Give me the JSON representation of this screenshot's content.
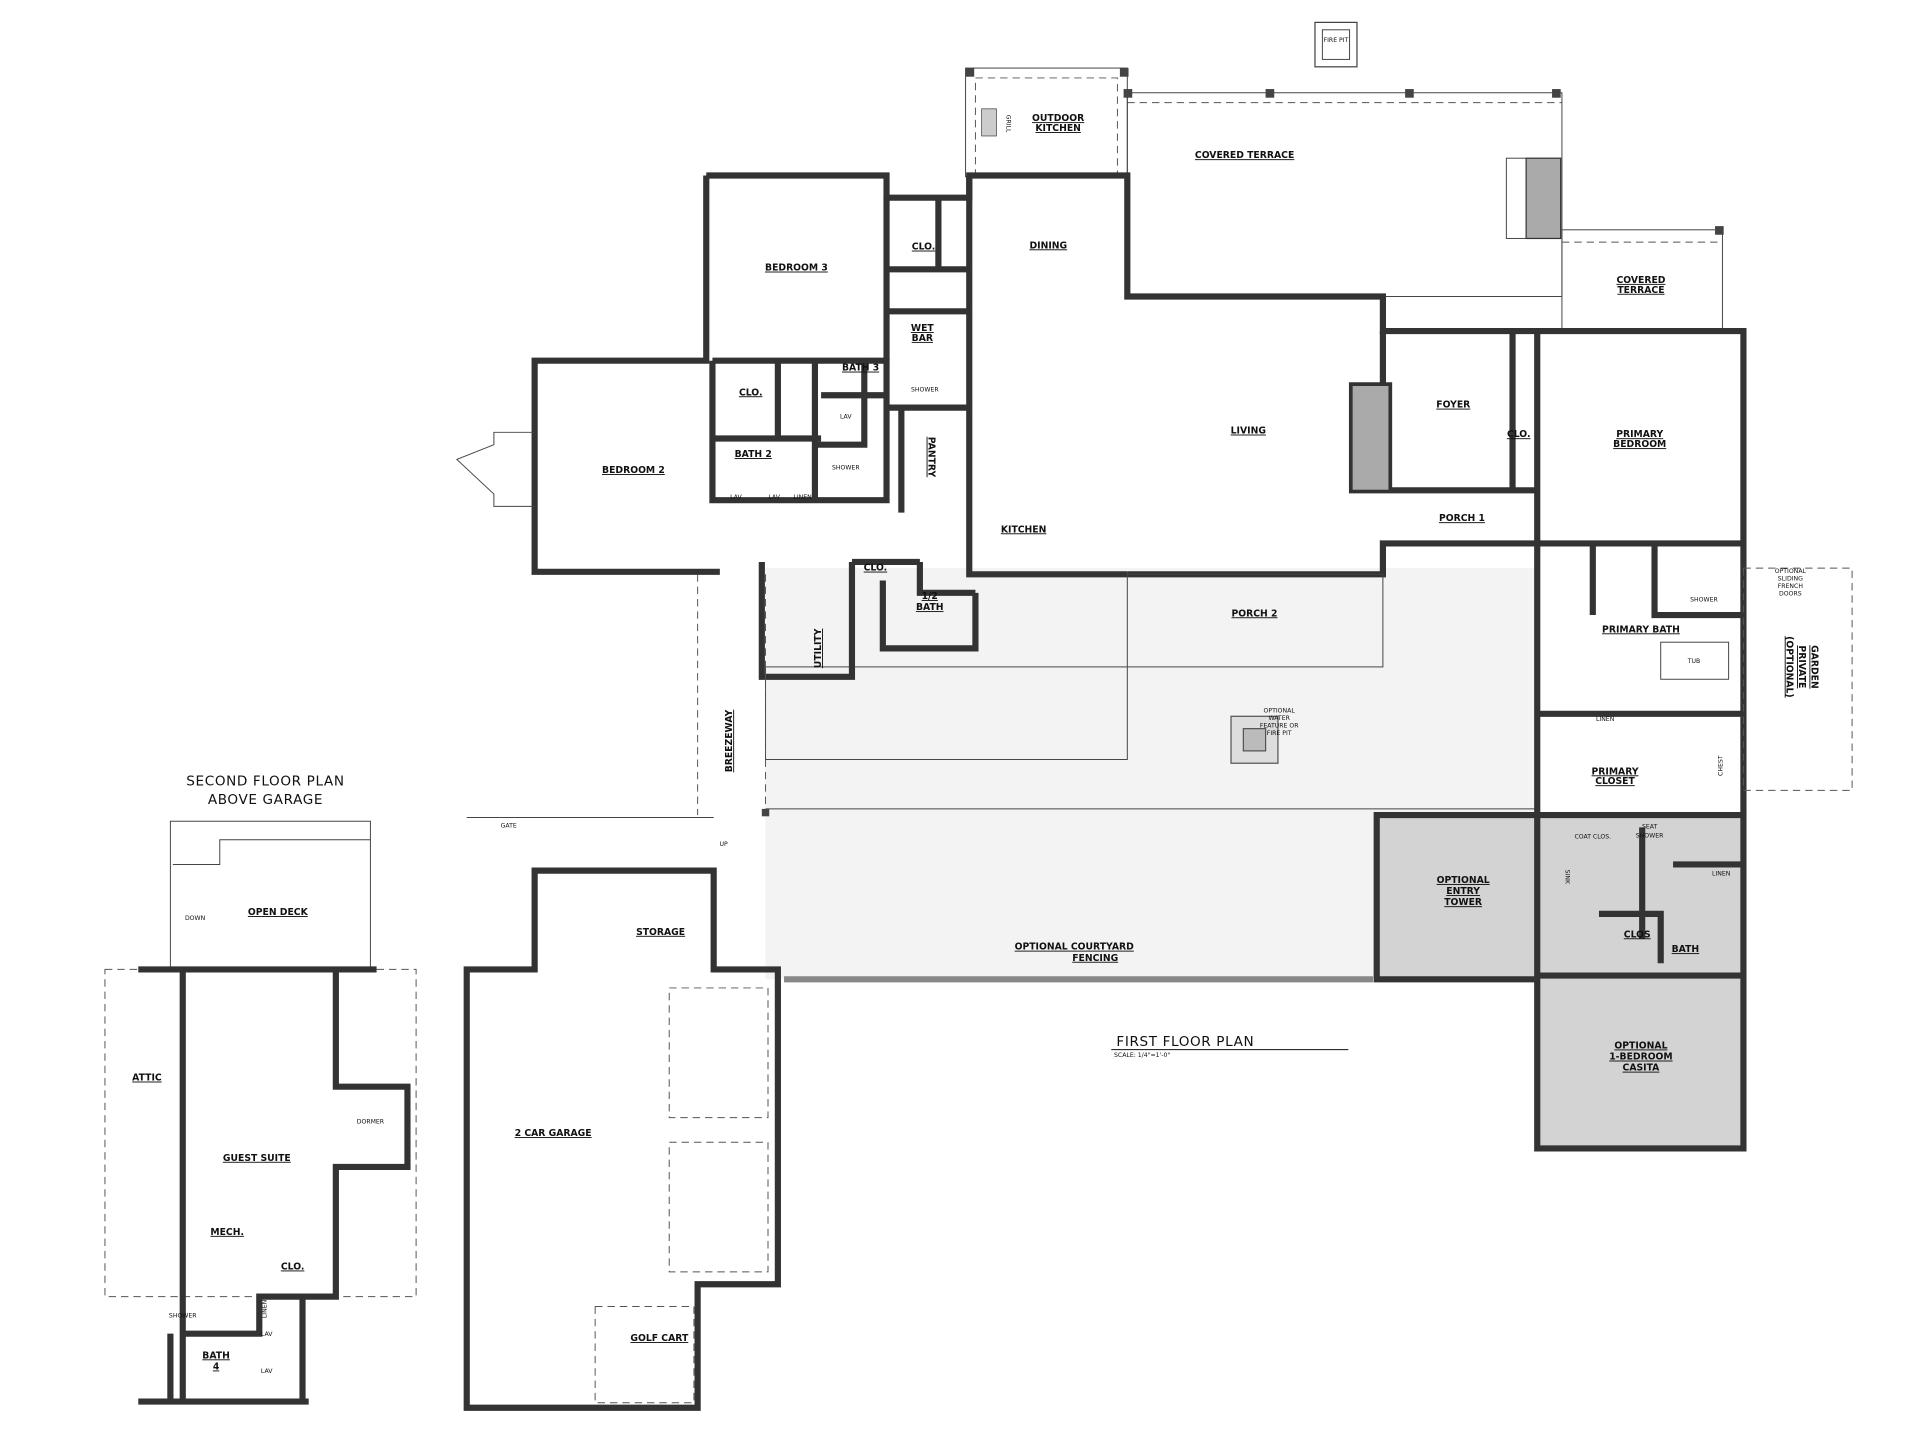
{
  "outdoor": {
    "fire_pit": "FIRE PIT",
    "outdoor_kitchen": [
      "OUTDOOR",
      "KITCHEN"
    ],
    "grill": "GRILL",
    "covered_terrace_main": "COVERED TERRACE",
    "covered_terrace_side": [
      "COVERED",
      "TERRACE"
    ],
    "water_feature_note": [
      "OPTIONAL",
      "WATER",
      "FEATURE OR",
      "FIRE PIT"
    ],
    "courtyard_fencing": [
      "OPTIONAL COURTYARD",
      "FENCING"
    ],
    "breezeway": "BREEZEWAY",
    "private_garden": [
      "(OPTIONAL)",
      "PRIVATE",
      "GARDEN"
    ],
    "french_doors_note": [
      "OPTIONAL",
      "SLIDING",
      "FRENCH",
      "DOORS"
    ],
    "gate": "GATE",
    "up": "UP"
  },
  "first_floor": {
    "title": "FIRST FLOOR PLAN",
    "scale": "SCALE: 1/4\"=1'-0\"",
    "rooms": {
      "bedroom_3": "BEDROOM 3",
      "clo_bed3": "CLO.",
      "wet_bar": [
        "WET",
        "BAR"
      ],
      "dining": "DINING",
      "bedroom_2": "BEDROOM 2",
      "clo_bed2": "CLO.",
      "bath_2": "BATH 2",
      "bath_3": "BATH 3",
      "shower": "SHOWER",
      "lav": "LAV",
      "linen": "LINEN",
      "pantry": "PANTRY",
      "kitchen": "KITCHEN",
      "living": "LIVING",
      "foyer": "FOYER",
      "clo_foyer": "CLO.",
      "porch_1": "PORCH 1",
      "porch_2": "PORCH 2",
      "primary_bedroom": [
        "PRIMARY",
        "BEDROOM"
      ],
      "primary_bath": "PRIMARY BATH",
      "tub": "TUB",
      "primary_closet": [
        "PRIMARY",
        "CLOSET"
      ],
      "chest": "CHEST",
      "clo_hall": "CLO.",
      "half_bath": [
        "1/2",
        "BATH"
      ],
      "utility": "UTILITY",
      "storage": "STORAGE",
      "garage": "2 CAR GARAGE",
      "golf_cart": "GOLF CART",
      "entry_tower": [
        "OPTIONAL",
        "ENTRY",
        "TOWER"
      ],
      "coat_clos": "COAT CLOS.",
      "seat": "SEAT",
      "sink": "SINK",
      "clos_casita": "CLOS",
      "bath_casita": "BATH",
      "casita": [
        "OPTIONAL",
        "1-BEDROOM",
        "CASITA"
      ]
    }
  },
  "second_floor": {
    "title": [
      "SECOND FLOOR PLAN",
      "ABOVE GARAGE"
    ],
    "rooms": {
      "open_deck": "OPEN DECK",
      "down": "DOWN",
      "attic": "ATTIC",
      "guest_suite": "GUEST SUITE",
      "dormer": "DORMER",
      "mech": "MECH.",
      "clo": "CLO.",
      "shower": "SHOWER",
      "linen": "LINEN",
      "lav": "LAV",
      "bath_4": [
        "BATH",
        "4"
      ]
    }
  },
  "colors": {
    "wall": "#333333",
    "optional_fill": "#d3d3d3",
    "courtyard": "#f3f3f3"
  }
}
